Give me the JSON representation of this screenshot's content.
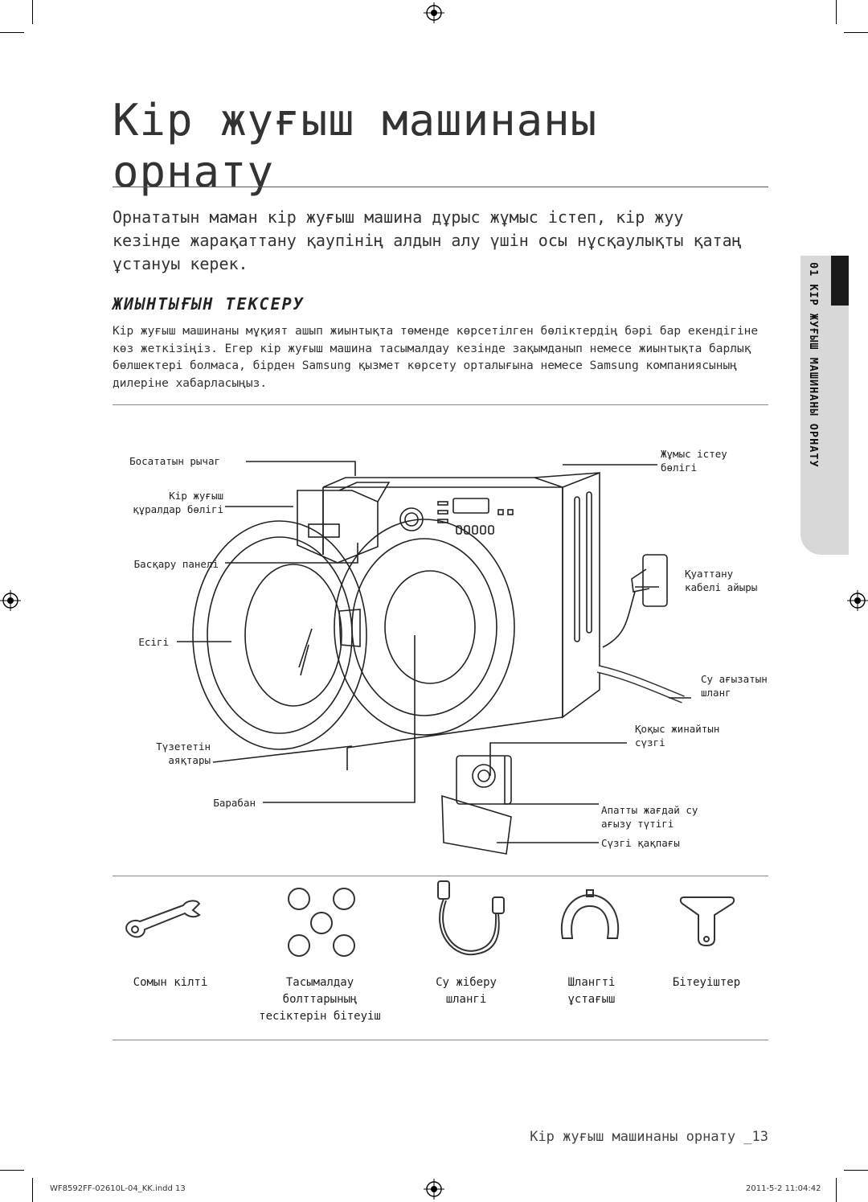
{
  "title": "Кір жуғыш машинаны орнату",
  "intro": "Орнататын маман кір жуғыш машина дұрыс жұмыс істеп, кір жуу кезінде жарақаттану қаупінің алдын алу үшін осы нұсқаулықты қатаң ұстануы керек.",
  "section_heading": "ЖИЫНТЫҒЫН ТЕКСЕРУ",
  "section_body": "Кір жуғыш машинаны мұқият ашып жиынтықта төменде көрсетілген бөліктердің бәрі бар екендігіне көз жеткізіңіз. Егер кір жуғыш машина тасымалдау кезінде зақымданып немесе жиынтықта барлық бөлшектері болмаса, бірден Samsung қызмет көрсету орталығына немесе Samsung компаниясының дилеріне хабарласыңыз.",
  "side_tab": "01 КІР ЖУҒЫШ МАШИНАНЫ ОРНАТУ",
  "diagram": {
    "labels_left": {
      "release_lever": "Босататын рычаг",
      "detergent_drawer": "Кір жуғыш\nқұралдар бөлігі",
      "control_panel": "Басқару панелі",
      "door": "Есігі",
      "leveling_feet": "Түзететін\nаяқтары",
      "drum": "Барабан"
    },
    "labels_right": {
      "worktop": "Жұмыс істеу\nбөлігі",
      "power_plug": "Қуаттану\nкабелі айыры",
      "drain_hose": "Су ағызатын\nшланг",
      "debris_filter": "Қоқыс жинайтын\nсүзгі",
      "emergency_drain": "Апатты жағдай су\nағызу түтігі",
      "filter_cover": "Сүзгі қақпағы"
    }
  },
  "accessories": [
    {
      "label": "Сомын кілті",
      "icon": "spanner-icon"
    },
    {
      "label": "Тасымалдау\nболттарының\nтесіктерін бітеуіш",
      "icon": "hole-cap-icon"
    },
    {
      "label": "Су жіберу\nшлангі",
      "icon": "water-hose-icon"
    },
    {
      "label": "Шлангті\nұстағыш",
      "icon": "hose-guide-icon"
    },
    {
      "label": "Бітеуіштер",
      "icon": "cap-icon"
    }
  ],
  "footer": "Кір жуғыш машинаны орнату _13",
  "print_info": {
    "file": "WF8592FF-02610L-04_KK.indd   13",
    "date": "2011-5-2   11:04:42"
  }
}
